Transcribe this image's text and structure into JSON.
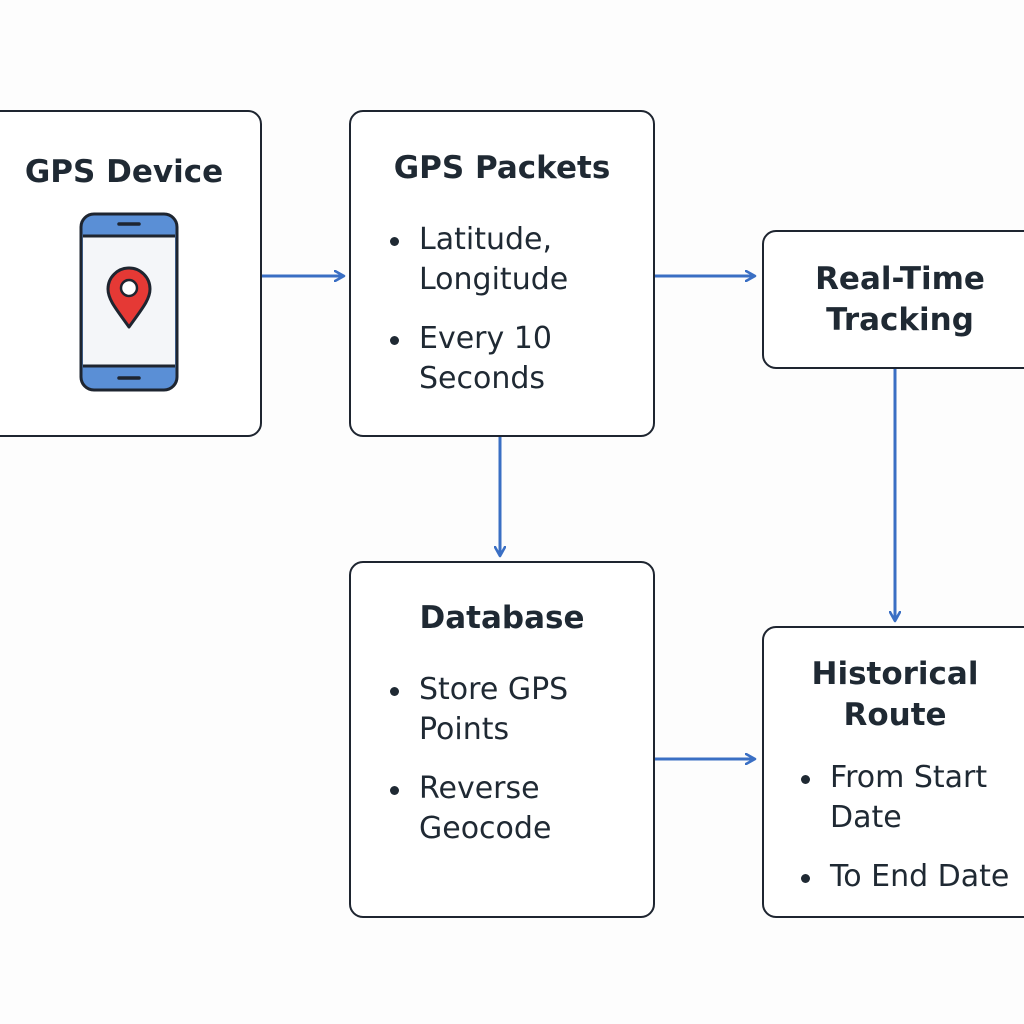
{
  "diagram": {
    "accent_color": "#3a6fc4",
    "border_color": "#1e2530",
    "nodes": {
      "gps_device": {
        "title": "GPS Device",
        "icon": "smartphone-location-pin-icon"
      },
      "gps_packets": {
        "title": "GPS Packets",
        "bullets": [
          [
            "Latitude,",
            "Longitude"
          ],
          [
            "Every 10",
            "Seconds"
          ]
        ]
      },
      "real_time_tracking": {
        "title_lines": [
          "Real-Time",
          "Tracking"
        ]
      },
      "database": {
        "title": "Database",
        "bullets": [
          [
            "Store GPS",
            "Points"
          ],
          [
            "Reverse",
            "Geocode"
          ]
        ]
      },
      "historical_route": {
        "title_lines": [
          "Historical",
          "Route"
        ],
        "bullets": [
          [
            "From Start",
            "Date"
          ],
          [
            "To End Date"
          ]
        ]
      }
    },
    "edges": [
      {
        "from": "gps_device",
        "to": "gps_packets"
      },
      {
        "from": "gps_packets",
        "to": "real_time_tracking"
      },
      {
        "from": "gps_packets",
        "to": "database"
      },
      {
        "from": "real_time_tracking",
        "to": "historical_route"
      },
      {
        "from": "database",
        "to": "historical_route"
      }
    ]
  }
}
